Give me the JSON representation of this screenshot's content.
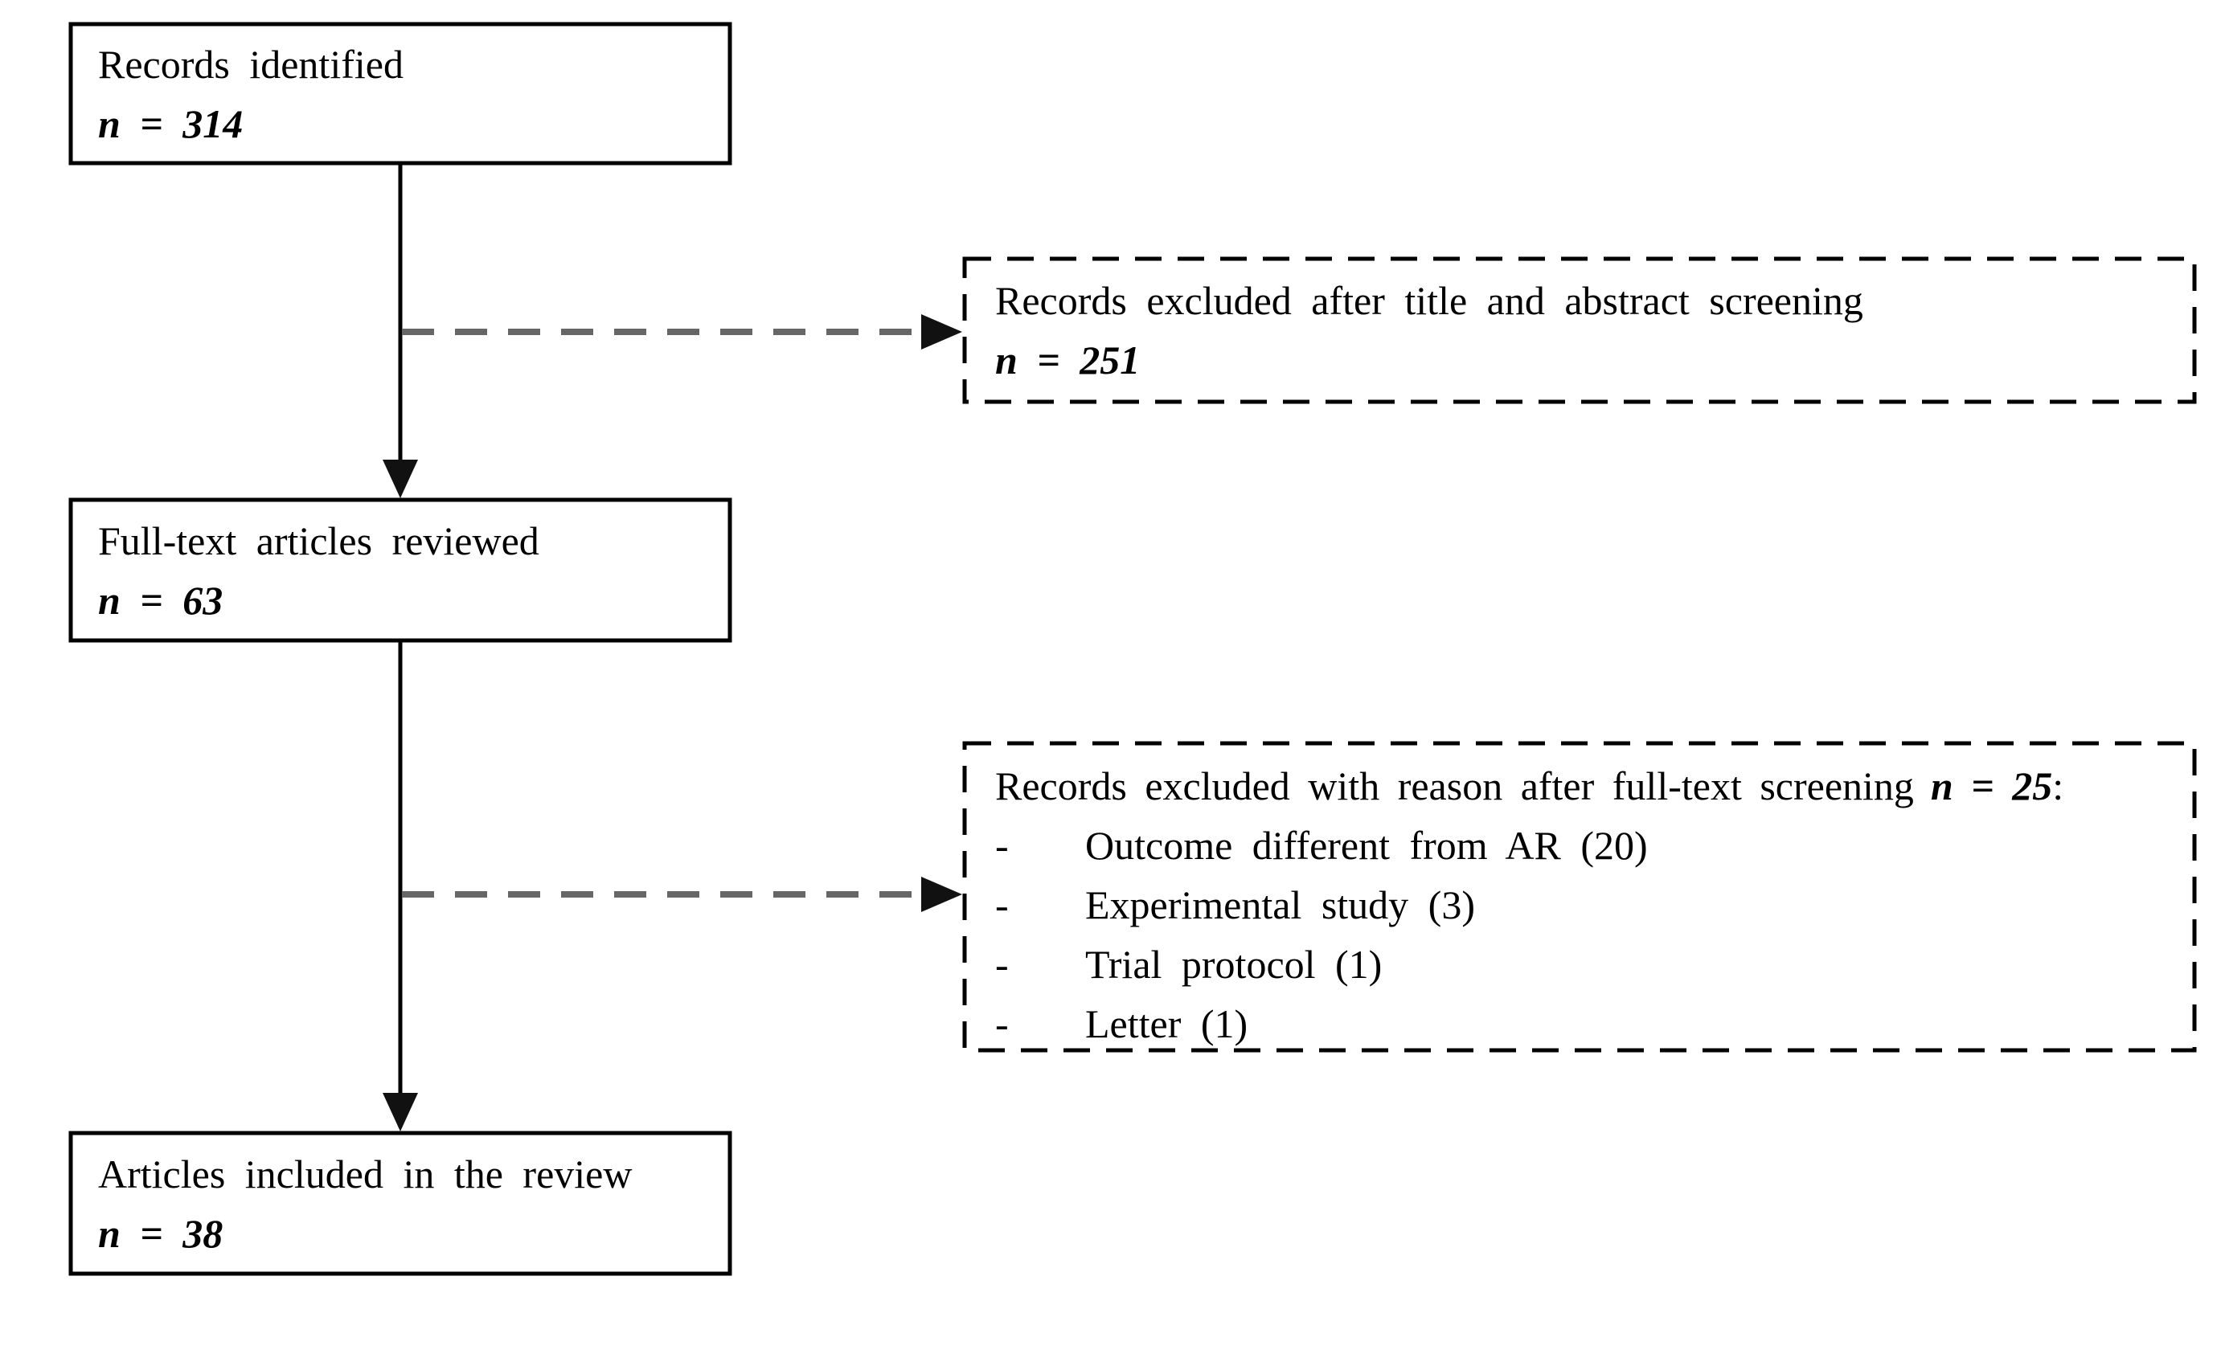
{
  "flow": {
    "identified": {
      "label": "Records identified",
      "count": "n = 314"
    },
    "excluded_title_abstract": {
      "label": "Records excluded after title and abstract screening",
      "count": "n = 251"
    },
    "fulltext_reviewed": {
      "label": "Full-text articles reviewed",
      "count": "n = 63"
    },
    "excluded_fulltext": {
      "label": "Records excluded with reason after full-text screening",
      "count": "n = 25",
      "suffix": ":",
      "bullet": "-",
      "reasons": [
        "Outcome different from AR (20)",
        "Experimental study (3)",
        "Trial protocol (1)",
        "Letter (1)"
      ]
    },
    "included": {
      "label": "Articles included in the review",
      "count": "n = 38"
    }
  },
  "style": {
    "box_border_color": "#000000",
    "dashed_arrow_color": "#666666",
    "arrowhead_color": "#111111",
    "background": "#ffffff"
  }
}
